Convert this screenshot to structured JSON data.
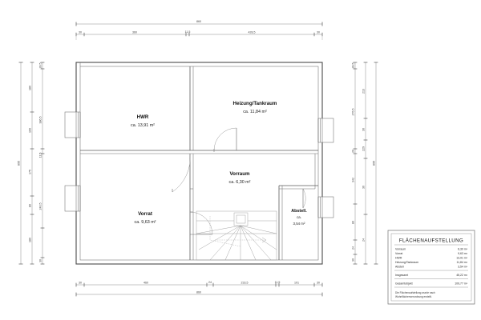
{
  "sheet": {
    "background_color": "#ffffff",
    "line_color": "#4a4a4a",
    "dim_color": "#8a8a8a"
  },
  "rooms": [
    {
      "id": "hwr",
      "name": "HWR",
      "area_label": "ca. 13,91 m²"
    },
    {
      "id": "heizung",
      "name": "Heizung/Tankraum",
      "area_label": "ca. 11,84 m²"
    },
    {
      "id": "vorraum",
      "name": "Vorraum",
      "area_label": "ca. 6,30 m²"
    },
    {
      "id": "vorrat",
      "name": "Vorrat",
      "area_label": "ca. 9,63 m²"
    },
    {
      "id": "abstell",
      "name": "Abstell.",
      "area_prefix": "ca.",
      "area_label": "3,54 m²"
    }
  ],
  "dimensions": {
    "top_outer": "860",
    "top_chain": [
      "30",
      "360",
      "11,5",
      "428,5",
      "30"
    ],
    "bottom_outer": "860",
    "bottom_chain": [
      "30",
      "460",
      "24",
      "233,5",
      "11,5",
      "101",
      "30"
    ],
    "left_outer": "895",
    "left_chain_mid": [
      "180",
      "100",
      "175",
      "80",
      "180"
    ],
    "left_chain_inner": [
      "28,5",
      "386,5",
      "11,5",
      "240,5",
      "30"
    ],
    "right_outer": "895",
    "right_chain_mid": [
      "28,5",
      "276,5",
      "20",
      "342",
      "80",
      "24",
      "30"
    ],
    "right_chain_inner": [
      "213",
      "30",
      "229",
      "30",
      "24"
    ],
    "left_small_top": "28,5",
    "left_small_bottom": "30"
  },
  "legend": {
    "title": "FLÄCHENAUFSTELLUNG",
    "rows": [
      {
        "label": "Vorraum",
        "value": "6,30 m²"
      },
      {
        "label": "Vorrat",
        "value": "9,63 m²"
      },
      {
        "label": "HWR",
        "value": "13,91 m²"
      },
      {
        "label": "Heizung/Tankraum",
        "value": "11,84 m²"
      },
      {
        "label": "Abstell",
        "value": "3,54 m²"
      }
    ],
    "totals": [
      {
        "label": "Insgesamt",
        "value": "45,22 m²"
      },
      {
        "label": "Gesamtobjekt",
        "value": "109,77 m²"
      }
    ],
    "note_line1": "Die Flächenaufstellung wurde nach",
    "note_line2": "Wohnflächenverordnung erstellt."
  }
}
